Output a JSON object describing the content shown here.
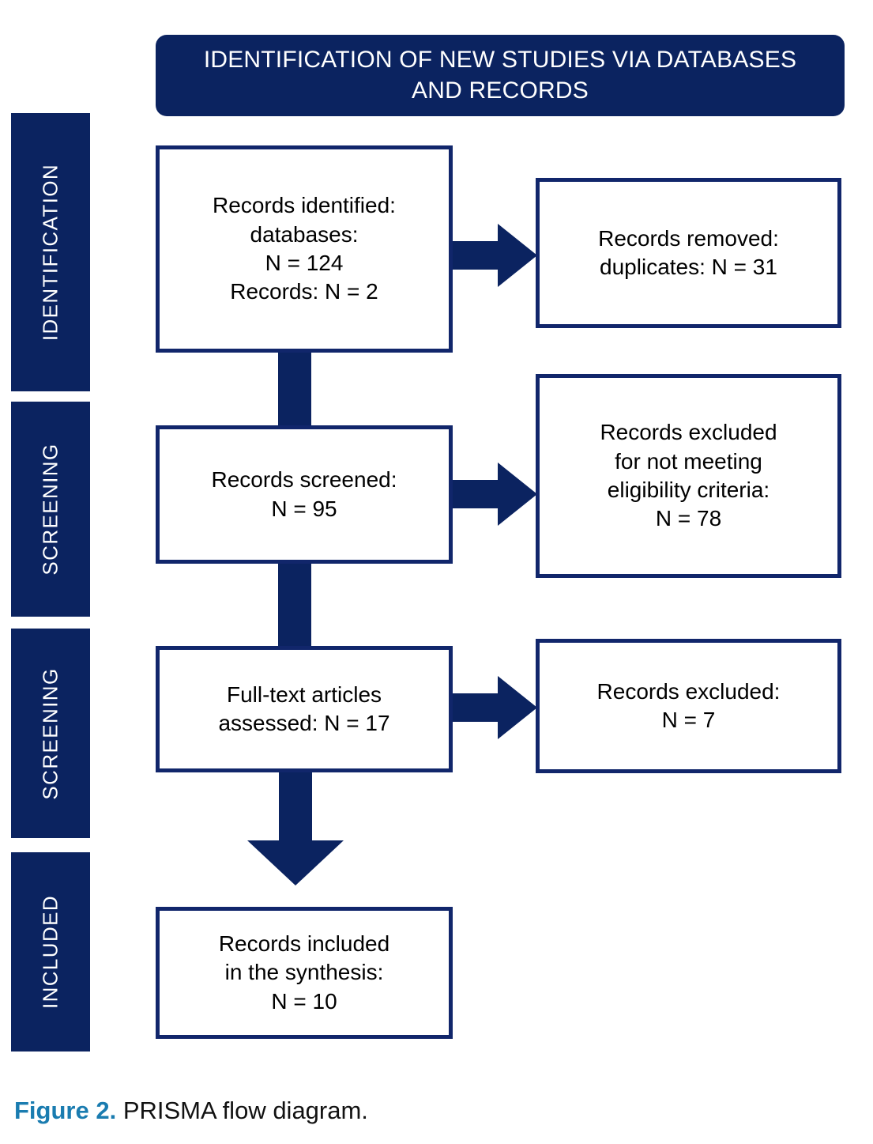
{
  "figure": {
    "header_title": "IDENTIFICATION OF NEW STUDIES VIA DATABASES AND RECORDS",
    "caption_label": "Figure 2.",
    "caption_text": " PRISMA flow diagram."
  },
  "colors": {
    "navy": "#0b2360",
    "box_border": "#11266b",
    "caption_accent": "#1a7cb0",
    "box_fill": "#ffffff",
    "page_background": "#ffffff",
    "header_text": "#ffffff"
  },
  "stages": [
    {
      "label": "IDENTIFICATION"
    },
    {
      "label": "SCREENING"
    },
    {
      "label": "SCREENING"
    },
    {
      "label": "INCLUDED"
    }
  ],
  "boxes": {
    "identified": "Records identified:\ndatabases:\nN = 124\nRecords: N = 2",
    "removed": "Records removed:\nduplicates: N = 31",
    "screened": "Records screened:\nN = 95",
    "excluded_eligibility": "Records excluded\nfor not meeting\neligibility criteria:\nN = 78",
    "fulltext": "Full-text articles\nassessed: N = 17",
    "excluded": "Records excluded:\nN = 7",
    "included": "Records included\nin the synthesis:\nN = 10"
  },
  "chart_data": {
    "type": "diagram",
    "title": "IDENTIFICATION OF NEW STUDIES VIA DATABASES AND RECORDS",
    "diagram_kind": "PRISMA flow diagram",
    "stages": [
      "IDENTIFICATION",
      "SCREENING",
      "SCREENING",
      "INCLUDED"
    ],
    "nodes": [
      {
        "id": "identified",
        "stage": "IDENTIFICATION",
        "label": "Records identified: databases: N = 124; Records: N = 2",
        "counts": {
          "databases": 124,
          "records": 2
        }
      },
      {
        "id": "removed",
        "stage": "IDENTIFICATION",
        "label": "Records removed: duplicates: N = 31",
        "counts": {
          "duplicates": 31
        }
      },
      {
        "id": "screened",
        "stage": "SCREENING",
        "label": "Records screened: N = 95",
        "counts": {
          "n": 95
        }
      },
      {
        "id": "excluded_eligibility",
        "stage": "SCREENING",
        "label": "Records excluded for not meeting eligibility criteria: N = 78",
        "counts": {
          "n": 78
        }
      },
      {
        "id": "fulltext",
        "stage": "SCREENING",
        "label": "Full-text articles assessed: N = 17",
        "counts": {
          "n": 17
        }
      },
      {
        "id": "excluded",
        "stage": "SCREENING",
        "label": "Records excluded: N = 7",
        "counts": {
          "n": 7
        }
      },
      {
        "id": "included",
        "stage": "INCLUDED",
        "label": "Records included in the synthesis: N = 10",
        "counts": {
          "n": 10
        }
      }
    ],
    "edges": [
      {
        "from": "identified",
        "to": "removed",
        "direction": "right"
      },
      {
        "from": "identified",
        "to": "screened",
        "direction": "down"
      },
      {
        "from": "screened",
        "to": "excluded_eligibility",
        "direction": "right"
      },
      {
        "from": "screened",
        "to": "fulltext",
        "direction": "down"
      },
      {
        "from": "fulltext",
        "to": "excluded",
        "direction": "right"
      },
      {
        "from": "fulltext",
        "to": "included",
        "direction": "down"
      }
    ]
  }
}
